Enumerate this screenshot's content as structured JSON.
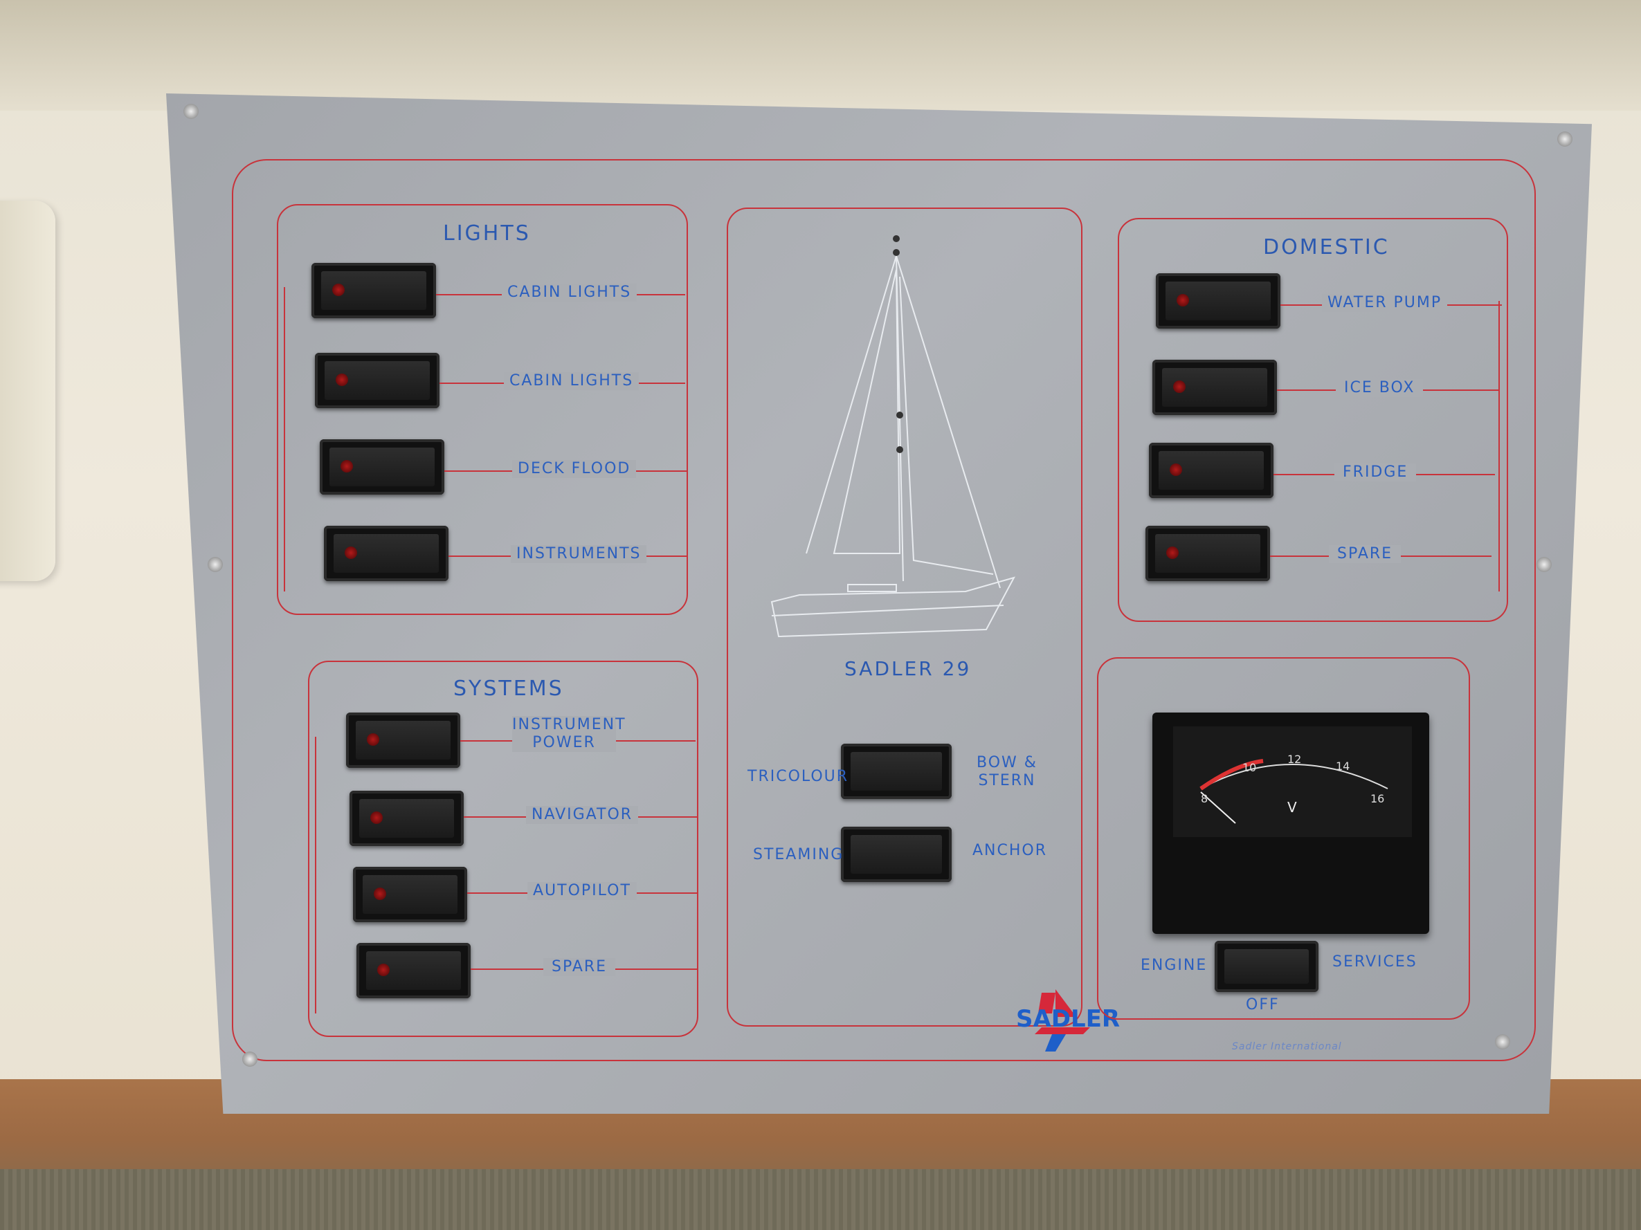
{
  "lights": {
    "title": "LIGHTS",
    "items": [
      {
        "label": "CABIN LIGHTS"
      },
      {
        "label": "CABIN LIGHTS"
      },
      {
        "label": "DECK FLOOD"
      },
      {
        "label": "INSTRUMENTS"
      }
    ]
  },
  "domestic": {
    "title": "DOMESTIC",
    "items": [
      {
        "label": "WATER PUMP"
      },
      {
        "label": "ICE BOX"
      },
      {
        "label": "FRIDGE"
      },
      {
        "label": "SPARE"
      }
    ]
  },
  "systems": {
    "title": "SYSTEMS",
    "items": [
      {
        "label": "INSTRUMENT POWER"
      },
      {
        "label": "NAVIGATOR"
      },
      {
        "label": "AUTOPILOT"
      },
      {
        "label": "SPARE"
      }
    ]
  },
  "center": {
    "boat_name": "SADLER 29",
    "nav_left_top": "TRICOLOUR",
    "nav_right_top": "BOW & STERN",
    "nav_left_bottom": "STEAMING",
    "nav_right_bottom": "ANCHOR",
    "logo_text": "SADLER"
  },
  "meter": {
    "ticks": [
      "8",
      "10",
      "12",
      "14",
      "16"
    ],
    "unit": "V",
    "left_label": "ENGINE",
    "right_label": "SERVICES",
    "bottom_label": "OFF"
  },
  "footer": {
    "maker": "Sadler International"
  },
  "colors": {
    "panel": "#a7aaaf",
    "text": "#2b5fbf",
    "line": "#c8333b",
    "lamp": "#b21a1a"
  }
}
